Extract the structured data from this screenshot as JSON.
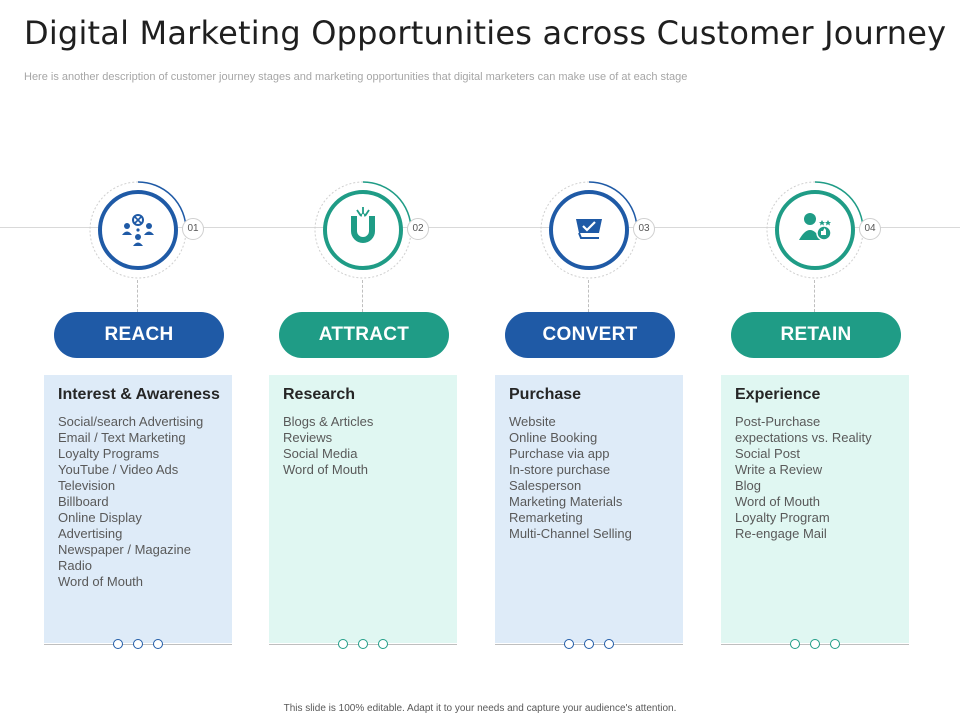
{
  "title": "Digital Marketing Opportunities across Customer Journey",
  "subtitle": "Here is another description of customer journey stages and marketing opportunities that digital marketers can make use of at each stage",
  "colors": {
    "blue": "#1f5aa6",
    "teal": "#1f9c86",
    "blue_box": "#deebf8",
    "teal_box": "#e0f7f2"
  },
  "stages": [
    {
      "number": "01",
      "label": "REACH",
      "heading": "Interest & Awareness",
      "icon": "audience-icon",
      "theme": "blue",
      "items": [
        "Social/search Advertising",
        "Email / Text Marketing",
        "Loyalty Programs",
        "YouTube  / Video Ads",
        "Television",
        "Billboard",
        "Online Display",
        "Advertising",
        "Newspaper  / Magazine",
        "Radio",
        "Word of Mouth"
      ]
    },
    {
      "number": "02",
      "label": "ATTRACT",
      "heading": "Research",
      "icon": "magnet-icon",
      "theme": "teal",
      "items": [
        "Blogs & Articles",
        "Reviews",
        "Social Media",
        "Word of Mouth"
      ]
    },
    {
      "number": "03",
      "label": "CONVERT",
      "heading": "Purchase",
      "icon": "cart-icon",
      "theme": "blue",
      "items": [
        "Website",
        "Online Booking",
        "Purchase via app",
        "In-store purchase",
        "Salesperson",
        "Marketing Materials",
        "Remarketing",
        "Multi-Channel  Selling"
      ]
    },
    {
      "number": "04",
      "label": "RETAIN",
      "heading": "Experience",
      "icon": "loyal-customer-icon",
      "theme": "teal",
      "items": [
        "Post-Purchase",
        "expectations vs. Reality",
        "Social Post",
        "Write a Review",
        "Blog",
        "Word of Mouth",
        "Loyalty Program",
        "Re-engage  Mail"
      ]
    }
  ],
  "footer": "This slide is 100% editable.  Adapt it to your needs and capture your audience's attention."
}
